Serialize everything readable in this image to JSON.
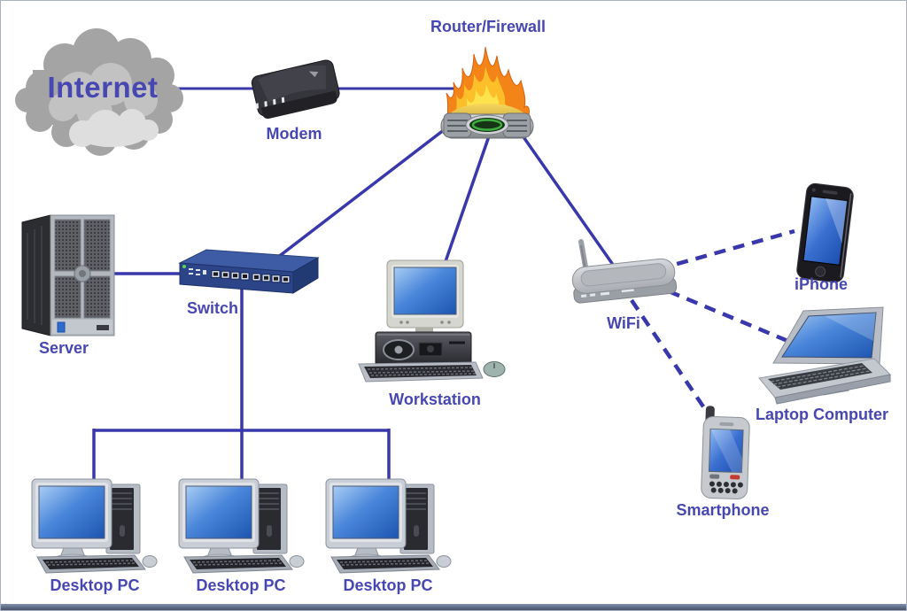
{
  "diagram": {
    "type": "network-diagram",
    "background": "#ffffff",
    "colors": {
      "connection_line": "#3838ac",
      "label_text": "#4747b2",
      "screen_blue": "#2f6bc8",
      "flame_orange": "#f28418",
      "flame_yellow": "#ffd23e",
      "switch_navy": "#2c4488",
      "cloud_gray": "#a4a4a4",
      "bottom_bar": "#4e5c7a"
    },
    "nodes": [
      {
        "id": "internet",
        "label": "Internet"
      },
      {
        "id": "modem",
        "label": "Modem"
      },
      {
        "id": "router_firewall",
        "label": "Router/Firewall"
      },
      {
        "id": "server",
        "label": "Server"
      },
      {
        "id": "switch",
        "label": "Switch"
      },
      {
        "id": "workstation",
        "label": "Workstation"
      },
      {
        "id": "wifi",
        "label": "WiFi"
      },
      {
        "id": "iphone",
        "label": "iPhone"
      },
      {
        "id": "laptop",
        "label": "Laptop Computer"
      },
      {
        "id": "smartphone",
        "label": "Smartphone"
      },
      {
        "id": "desktop_pc_1",
        "label": "Desktop PC"
      },
      {
        "id": "desktop_pc_2",
        "label": "Desktop PC"
      },
      {
        "id": "desktop_pc_3",
        "label": "Desktop PC"
      }
    ],
    "edges": [
      {
        "from": "internet",
        "to": "modem",
        "style": "solid"
      },
      {
        "from": "modem",
        "to": "router_firewall",
        "style": "solid"
      },
      {
        "from": "router_firewall",
        "to": "switch",
        "style": "solid"
      },
      {
        "from": "router_firewall",
        "to": "workstation",
        "style": "solid"
      },
      {
        "from": "router_firewall",
        "to": "wifi",
        "style": "solid"
      },
      {
        "from": "switch",
        "to": "server",
        "style": "solid"
      },
      {
        "from": "switch",
        "to": "desktop_pc_1",
        "style": "solid"
      },
      {
        "from": "switch",
        "to": "desktop_pc_2",
        "style": "solid"
      },
      {
        "from": "switch",
        "to": "desktop_pc_3",
        "style": "solid"
      },
      {
        "from": "wifi",
        "to": "iphone",
        "style": "dashed"
      },
      {
        "from": "wifi",
        "to": "laptop",
        "style": "dashed"
      },
      {
        "from": "wifi",
        "to": "smartphone",
        "style": "dashed"
      }
    ]
  }
}
